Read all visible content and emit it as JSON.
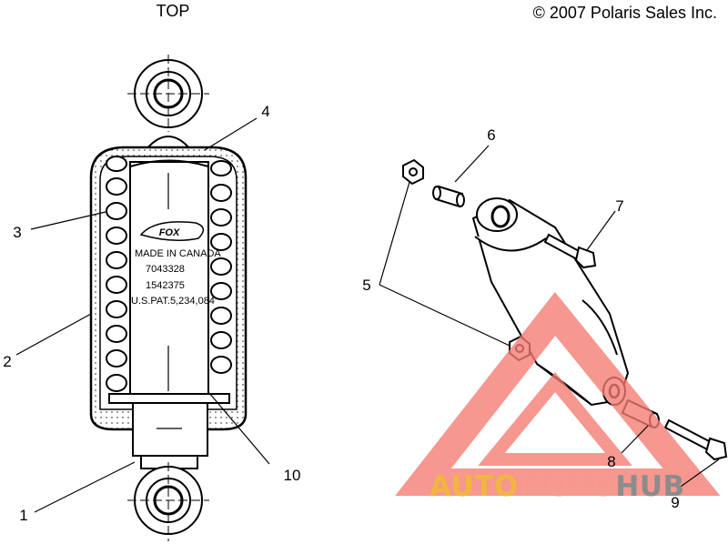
{
  "header": {
    "top_label": "TOP",
    "copyright": "© 2007 Polaris Sales Inc."
  },
  "shock_body_text": {
    "logo": "FOX",
    "line_small": "MADE IN CANADA",
    "line1": "7043328",
    "line2": "1542375",
    "line3": "U.S.PAT.5,234,084"
  },
  "callouts": [
    "1",
    "2",
    "3",
    "4",
    "5",
    "6",
    "7",
    "8",
    "9",
    "10"
  ],
  "watermark": {
    "part1": "AUTO",
    "part2": "MOTO",
    "part3": "HUB",
    "colors": {
      "part1": "#f2b640",
      "part2": "#f59a8c",
      "part3": "#8c8c8c",
      "triangle": "#f47a72"
    }
  }
}
